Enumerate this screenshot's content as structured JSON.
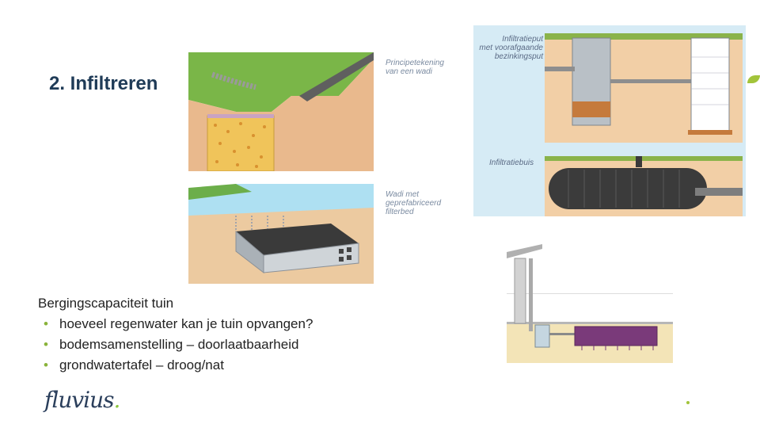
{
  "slide": {
    "title": "2. Infiltreren",
    "captions": {
      "wadi_principle": "Principetekening\nvan een wadi",
      "wadi_filterbed": "Wadi met\ngeprefabriceerd\nfilterbed",
      "infiltratieput": "Infiltratieput\nmet voorafgaande\nbezinkingsput",
      "infiltratiebuis": "Infiltratiebuis"
    },
    "body": {
      "heading": "Bergingscapaciteit tuin",
      "bullets": [
        "hoeveel regenwater kan je tuin opvangen?",
        "bodemsamenstelling – doorlaatbaarheid",
        "grondwatertafel – droog/nat"
      ]
    },
    "logo": {
      "text": "fluvius",
      "dot": "."
    },
    "colors": {
      "title": "#1f3b57",
      "bullet": "#8ab33a",
      "accent": "#a2c43a"
    }
  }
}
